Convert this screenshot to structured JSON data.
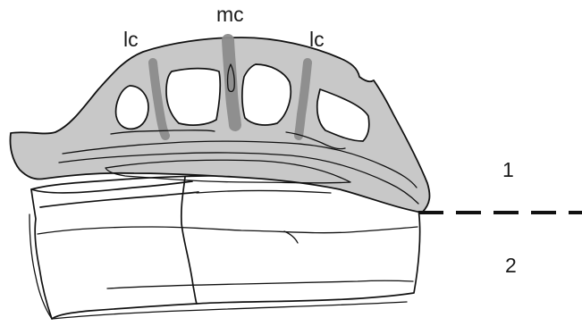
{
  "labels": {
    "lateral_canal_left": "lc",
    "median_canal": "mc",
    "lateral_canal_right": "lc",
    "layer_upper": "1",
    "layer_lower": "2"
  },
  "colors": {
    "upper_fill": "#c8c8c8",
    "canal_stroke": "#8c8c8c",
    "outline": "#111111",
    "background": "#ffffff"
  }
}
